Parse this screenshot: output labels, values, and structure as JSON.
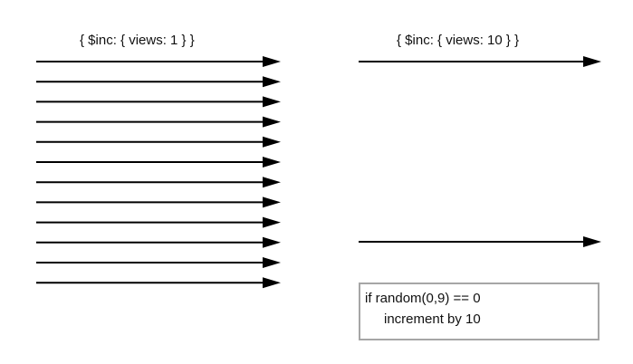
{
  "left_panel": {
    "label": "{ $inc: { views: 1 } }",
    "arrow_count": 12
  },
  "right_panel": {
    "label": "{ $inc: { views: 10 } }",
    "arrow_count": 2
  },
  "note": {
    "line1": "if random(0,9) == 0",
    "line2": "increment by 10"
  },
  "colors": {
    "arrow": "#000000",
    "box_border": "#a6a6a6"
  }
}
